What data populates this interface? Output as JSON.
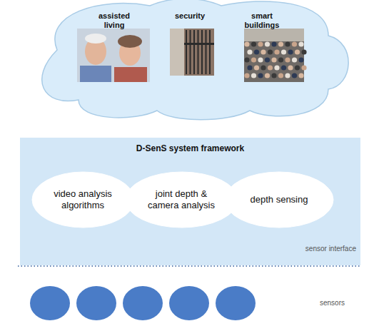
{
  "diagram": {
    "nodes": [
      {
        "text": [
          "assisted living",
          "security",
          "smart buildings"
        ]
      },
      {
        "text": [
          "D-SenS system framework",
          "sensor interface"
        ]
      },
      {
        "text": [
          "video analysis algorithms"
        ],
        "in": 1
      },
      {
        "text": [
          "joint depth & camera analysis"
        ],
        "in": 1
      },
      {
        "text": [
          "depth sensing"
        ],
        "in": 1
      }
    ],
    "labels": [
      "sensors"
    ]
  }
}
